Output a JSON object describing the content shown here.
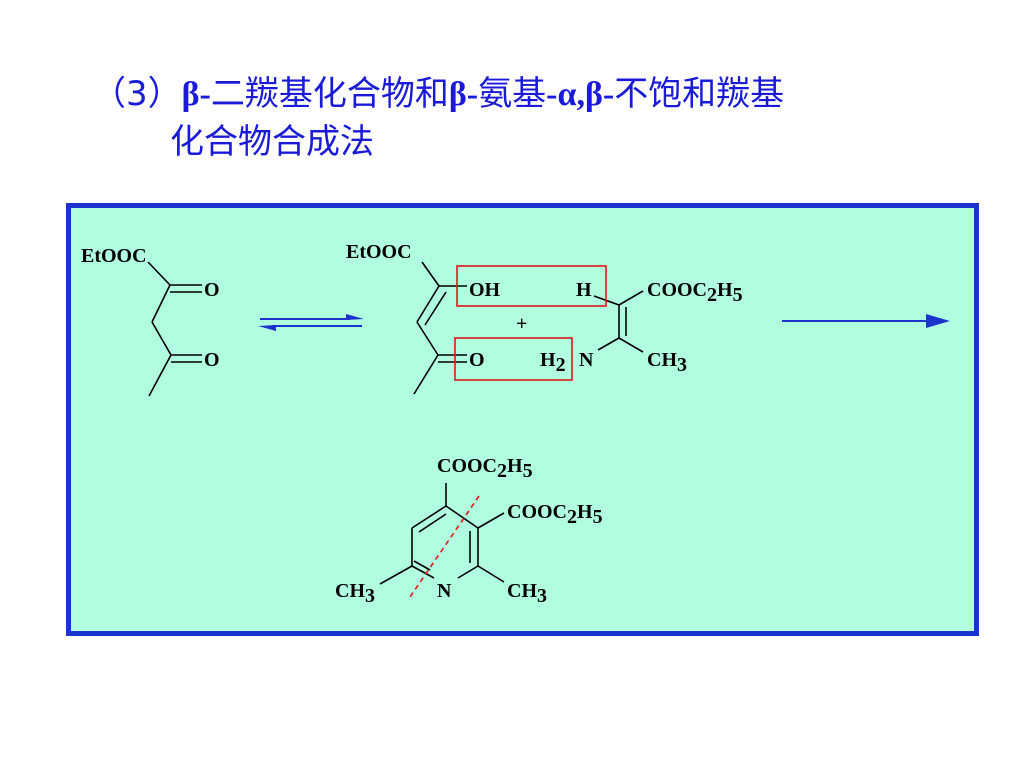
{
  "title": {
    "line1": {
      "number": "（3）",
      "part1_ascii": "β-",
      "part1_cjk": "二羰基化合物和",
      "part2_ascii": "β-",
      "part2_cjk": "氨基",
      "part3_ascii": "-α,β-",
      "part3_cjk": "不饱和羰基"
    },
    "line2": "化合物合成法"
  },
  "scheme": {
    "reactant": {
      "group": "EtOOC",
      "carbonyl_o1": "O",
      "carbonyl_o2": "O"
    },
    "enol": {
      "group": "EtOOC",
      "oh": "OH",
      "ketone_o": "O"
    },
    "plus": "+",
    "enamine": {
      "h": "H",
      "ester": "COOC",
      "ester_sub2": "2",
      "ester_h": "H",
      "ester_sub5": "5",
      "h2": "H",
      "h2_sub": "2",
      "n": "N",
      "ch": "CH",
      "ch_sub": "3"
    },
    "product": {
      "ester_top": "COOC",
      "ester_top_sub2": "2",
      "ester_top_h": "H",
      "ester_top_sub5": "5",
      "ester_right": "COOC",
      "ester_right_sub2": "2",
      "ester_right_h": "H",
      "ester_right_sub5": "5",
      "ch_left": "CH",
      "ch_left_sub": "3",
      "n": "N",
      "ch_right": "CH",
      "ch_right_sub": "3"
    }
  },
  "colors": {
    "title": "#1a1ad8",
    "panel_bg": "#b0fde0",
    "panel_border": "#1c33ce",
    "arrow": "#1c33ce",
    "highlight_box": "#e01818",
    "cut_line": "#e01818"
  }
}
